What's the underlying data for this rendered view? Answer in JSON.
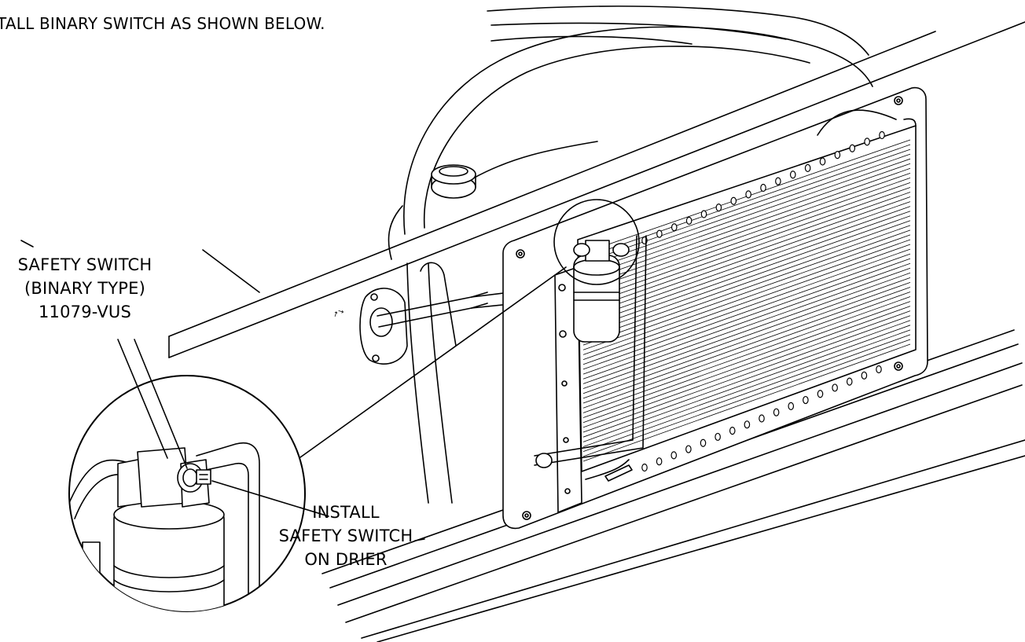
{
  "instruction": "TALL BINARY SWITCH AS SHOWN BELOW.",
  "callouts": {
    "safety_switch": [
      "SAFETY SWITCH",
      "(BINARY TYPE)",
      "11079-VUS"
    ],
    "install_switch": [
      "INSTALL",
      "SAFETY SWITCH",
      "ON DRIER"
    ]
  },
  "colors": {
    "line": "#000000",
    "background": "#ffffff"
  }
}
